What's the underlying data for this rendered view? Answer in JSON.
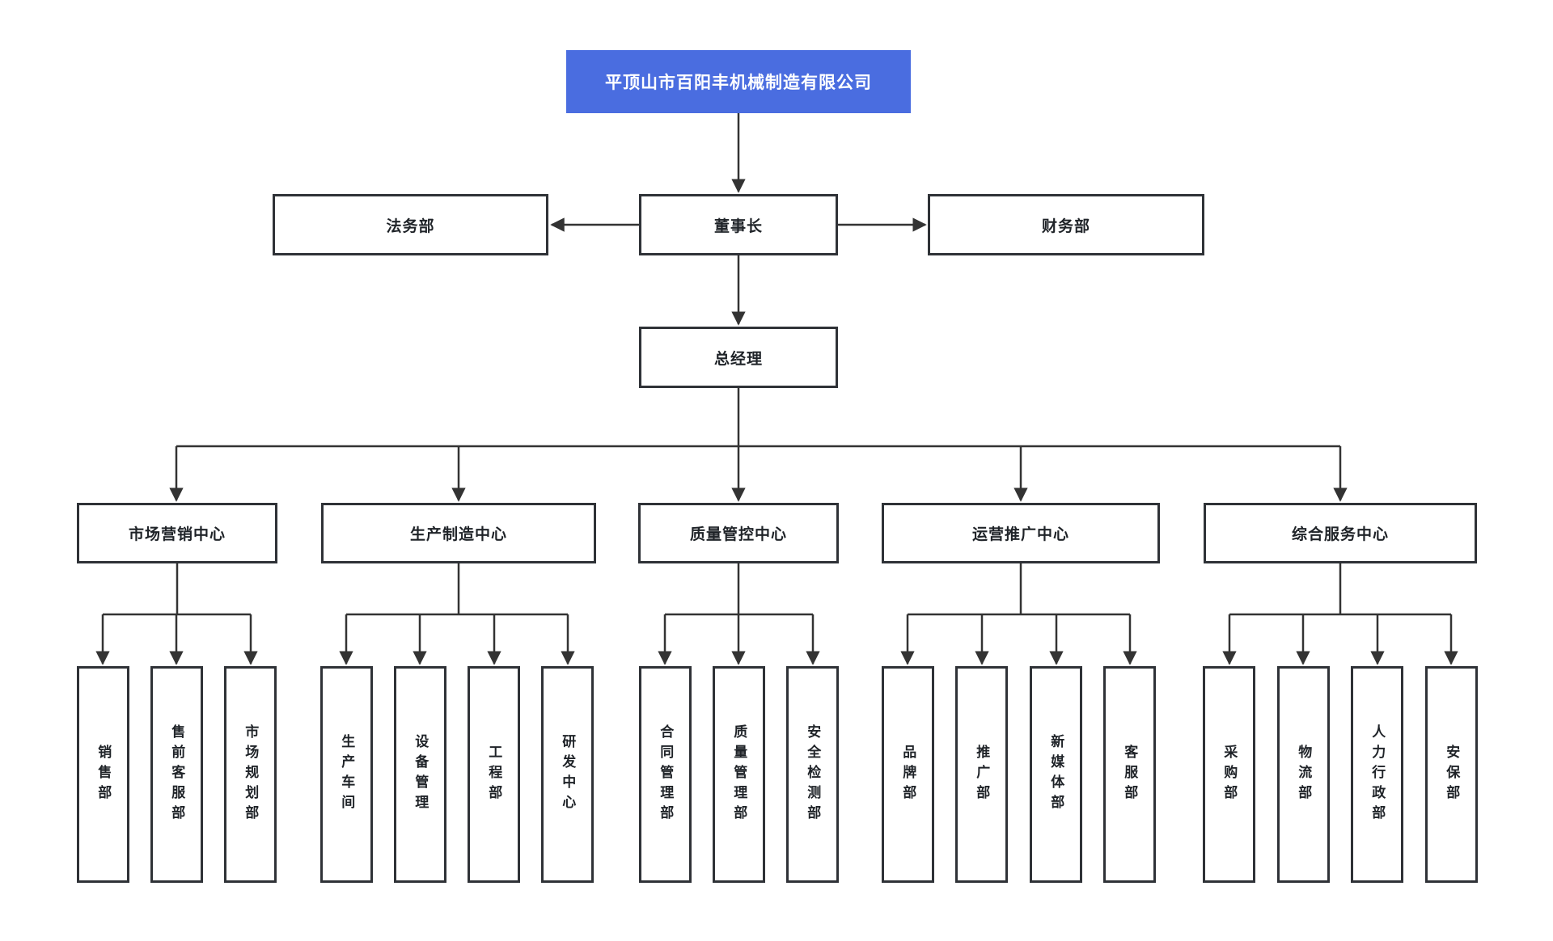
{
  "colors": {
    "root_fill": "#4a6de0",
    "root_text": "#ffffff",
    "node_border": "#2f3237",
    "connector": "#333333",
    "node_text": "#1f2328",
    "background": "#ffffff"
  },
  "org_chart": {
    "root": {
      "label": "平顶山市百阳丰机械制造有限公司"
    },
    "staff_left": {
      "label": "法务部"
    },
    "chairman": {
      "label": "董事长"
    },
    "staff_right": {
      "label": "财务部"
    },
    "general_manager": {
      "label": "总经理"
    },
    "centers": [
      {
        "label": "市场营销中心",
        "departments": [
          {
            "label": "销售部"
          },
          {
            "label": "售前客服部"
          },
          {
            "label": "市场规划部"
          }
        ]
      },
      {
        "label": "生产制造中心",
        "departments": [
          {
            "label": "生产车间"
          },
          {
            "label": "设备管理"
          },
          {
            "label": "工程部"
          },
          {
            "label": "研发中心"
          }
        ]
      },
      {
        "label": "质量管控中心",
        "departments": [
          {
            "label": "合同管理部"
          },
          {
            "label": "质量管理部"
          },
          {
            "label": "安全检测部"
          }
        ]
      },
      {
        "label": "运营推广中心",
        "departments": [
          {
            "label": "品牌部"
          },
          {
            "label": "推广部"
          },
          {
            "label": "新媒体部"
          },
          {
            "label": "客服部"
          }
        ]
      },
      {
        "label": "综合服务中心",
        "departments": [
          {
            "label": "采购部"
          },
          {
            "label": "物流部"
          },
          {
            "label": "人力行政部"
          },
          {
            "label": "安保部"
          }
        ]
      }
    ]
  }
}
